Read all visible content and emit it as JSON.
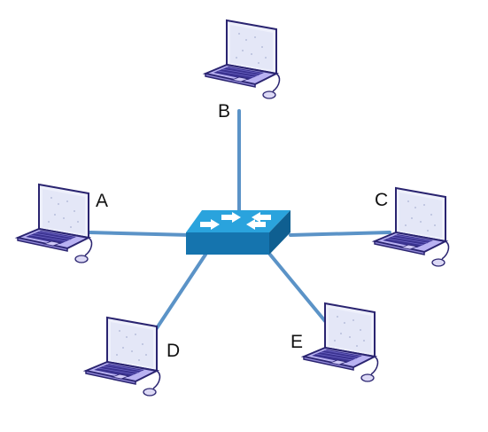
{
  "diagram": {
    "type": "star-topology",
    "hub": {
      "icon": "network-switch-icon",
      "color": "#1b86c0"
    },
    "link_color": "#5b93c7",
    "nodes": [
      {
        "id": "A",
        "label": "A",
        "icon": "laptop-icon"
      },
      {
        "id": "B",
        "label": "B",
        "icon": "laptop-icon"
      },
      {
        "id": "C",
        "label": "C",
        "icon": "laptop-icon"
      },
      {
        "id": "D",
        "label": "D",
        "icon": "laptop-icon"
      },
      {
        "id": "E",
        "label": "E",
        "icon": "laptop-icon"
      }
    ],
    "links": [
      {
        "from": "hub",
        "to": "A"
      },
      {
        "from": "hub",
        "to": "B"
      },
      {
        "from": "hub",
        "to": "C"
      },
      {
        "from": "hub",
        "to": "D"
      },
      {
        "from": "hub",
        "to": "E"
      }
    ],
    "laptop_colors": {
      "body": "#b9b2f2",
      "outline": "#2a2470",
      "screen": "#eef0fb"
    }
  }
}
